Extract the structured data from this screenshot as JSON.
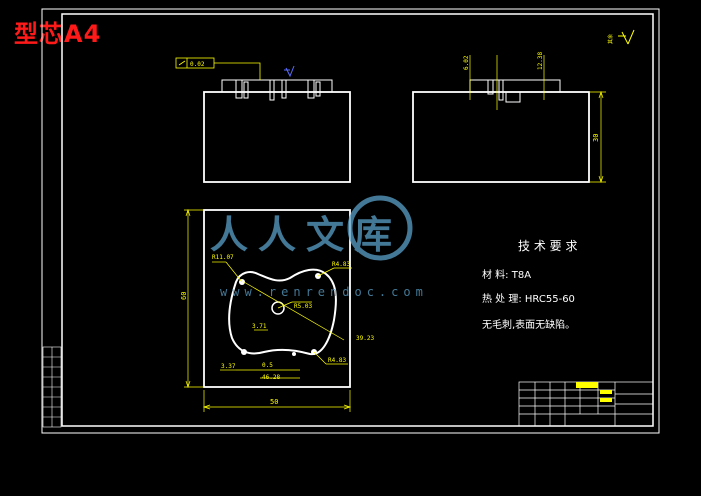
{
  "title": "型芯A4",
  "watermark": {
    "cn": "人人文库",
    "url": "www.renrendoc.com"
  },
  "colors": {
    "background": "#000000",
    "lines": "#ffffff",
    "dimensions": "#ffff00",
    "title": "#ff1a1a",
    "watermark": "#5aa0c8"
  },
  "dimensions": {
    "flatness": "0.02",
    "top_view_width": "50",
    "top_view_height": "60",
    "side_height": "30",
    "r1": "R11.07",
    "r2": "R4.83",
    "r3": "R5.03",
    "r4": "R4.83",
    "d1": "39.23",
    "d2": "3.71",
    "d3": "46.28",
    "d4": "0.5",
    "d5": "3.37",
    "small1": "6.02",
    "small2": "12.38"
  },
  "tech_req": {
    "heading": "技 术 要 求",
    "material": "材    料:  T8A",
    "heat": "热 处 理:  HRC55-60",
    "note": "无毛刺,表面无缺陷。"
  }
}
